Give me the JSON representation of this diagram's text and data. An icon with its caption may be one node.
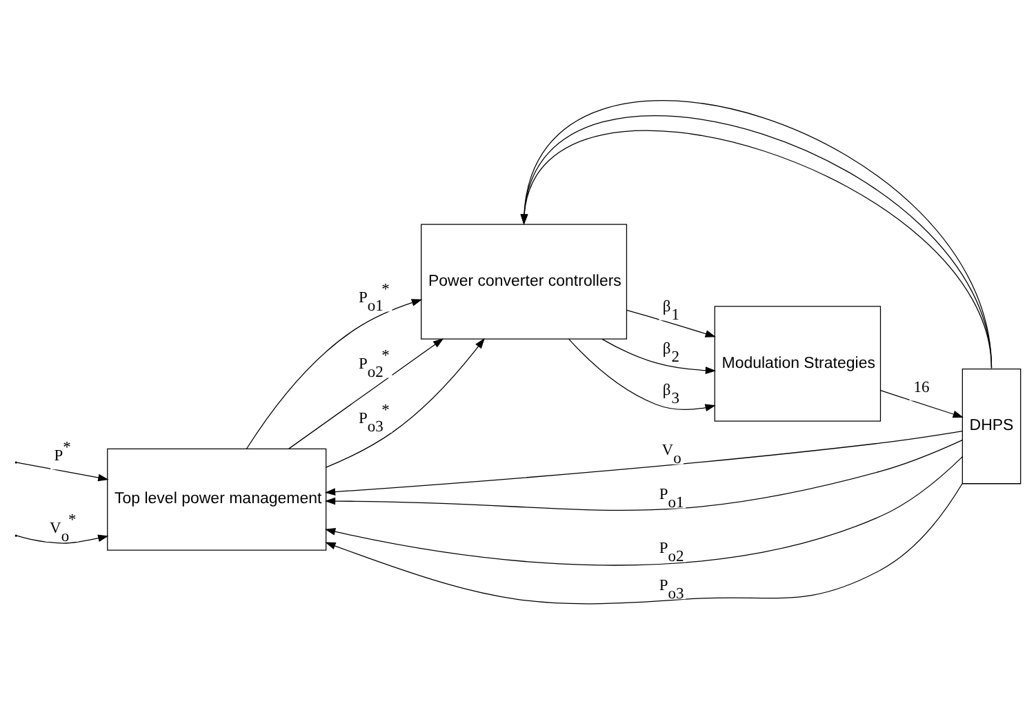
{
  "diagram": {
    "nodes": [
      {
        "text": [
          "Top level power management"
        ]
      },
      {
        "text": [
          "DHPS"
        ]
      },
      {
        "text": [
          "Modulation Strategies"
        ]
      },
      {
        "text": [
          "Power converter controllers"
        ]
      }
    ],
    "edges": [
      {
        "from": null,
        "to": 0,
        "arrow": "to",
        "label": "P$^{*}$"
      },
      {
        "from": null,
        "to": 0,
        "arrow": "to",
        "label": "V$_{o}$$^{*}$"
      },
      {
        "from": 1,
        "to": 0,
        "arrow": "to",
        "label": "V$_{o}$"
      },
      {
        "from": 1,
        "to": 0,
        "arrow": "to",
        "label": "P$_{o1}$"
      },
      {
        "from": 1,
        "to": 0,
        "arrow": "to",
        "label": "P$_{o2}$"
      },
      {
        "from": 1,
        "to": 0,
        "arrow": "to",
        "label": "P$_{o3}$"
      },
      {
        "from": 1,
        "to": 3,
        "arrow": "to"
      },
      {
        "from": 1,
        "to": 3,
        "arrow": "to"
      },
      {
        "from": 1,
        "to": 3,
        "arrow": "to"
      },
      {
        "from": 0,
        "to": 3,
        "arrow": "to",
        "label": "P$_{o1}$$^{*}$"
      },
      {
        "from": 0,
        "to": 3,
        "arrow": "to",
        "label": "P$_{o2}$$^{*}$"
      },
      {
        "from": 0,
        "to": 3,
        "arrow": "to",
        "label": "P$_{o3}$$^{*}$"
      },
      {
        "from": 3,
        "to": 2,
        "arrow": "to",
        "label": "β$_{1}$"
      },
      {
        "from": 3,
        "to": 2,
        "arrow": "to",
        "label": "β$_{2}$"
      },
      {
        "from": 3,
        "to": 2,
        "arrow": "to",
        "label": "β$_{3}$"
      },
      {
        "from": 2,
        "to": 1,
        "arrow": "to",
        "label": "16"
      }
    ]
  }
}
